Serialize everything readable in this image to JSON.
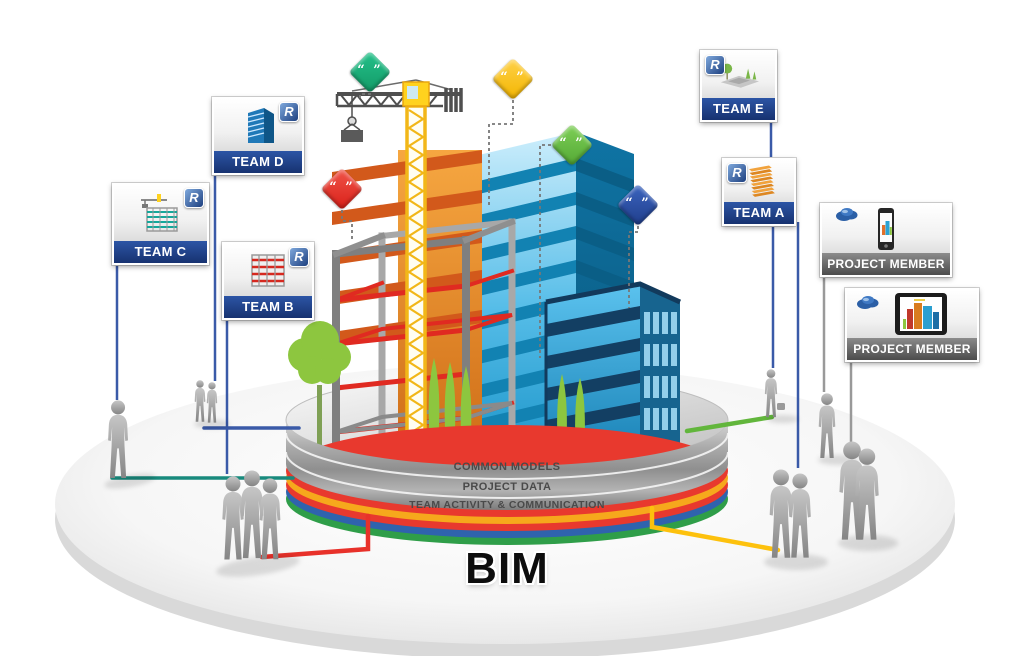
{
  "title": {
    "label": "BIM"
  },
  "platform": {
    "layers": [
      "COMMON MODELS",
      "PROJECT DATA",
      "TEAM ACTIVITY & COMMUNICATION"
    ]
  },
  "teams": [
    {
      "label": "TEAM C"
    },
    {
      "label": "TEAM D"
    },
    {
      "label": "TEAM B"
    },
    {
      "label": "TEAM E"
    },
    {
      "label": "TEAM A"
    }
  ],
  "project_members": [
    {
      "label": "PROJECT MEMBER"
    },
    {
      "label": "PROJECT MEMBER"
    }
  ],
  "speech": {
    "quote": "“ ”"
  },
  "revit": {
    "letter": "R"
  },
  "colors": {
    "team_banner": "#1d3e8f",
    "member_banner": "#5f5f5f",
    "bubble_green_dark": "#16a876",
    "bubble_green_light": "#66bd45",
    "bubble_yellow": "#fdc010",
    "bubble_red": "#e8312a",
    "bubble_blue": "#2b4fa2",
    "line_blue": "#3a5aa8",
    "line_teal": "#188a7d",
    "line_red": "#e8312a",
    "line_yellow": "#fdc10d",
    "line_green": "#62b63c",
    "line_gray": "#999999",
    "crane_yellow": "#ffd21e",
    "building_orange": "#e07d22",
    "building_blue": "#2aa6da",
    "building_navy": "#175a8c",
    "tree_green": "#8dc63f"
  }
}
